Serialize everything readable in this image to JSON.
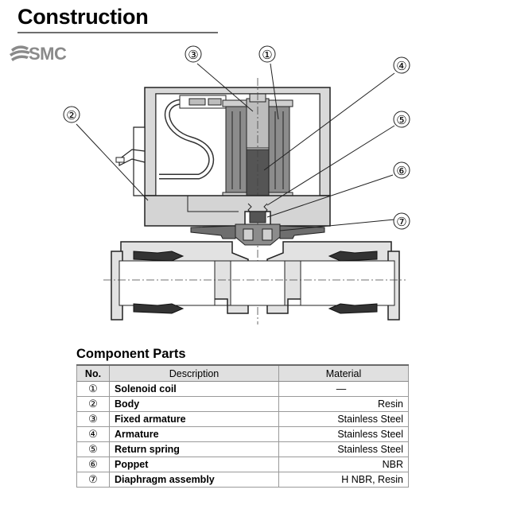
{
  "header": {
    "title": "Construction",
    "logo_text": "SMC"
  },
  "diagram": {
    "callouts": [
      "①",
      "②",
      "③",
      "④",
      "⑤",
      "⑥",
      "⑦"
    ]
  },
  "parts": {
    "title": "Component Parts",
    "headers": {
      "no": "No.",
      "description": "Description",
      "material": "Material"
    },
    "rows": [
      {
        "no": "①",
        "description": "Solenoid coil",
        "material": "—"
      },
      {
        "no": "②",
        "description": "Body",
        "material": "Resin"
      },
      {
        "no": "③",
        "description": "Fixed armature",
        "material": "Stainless Steel"
      },
      {
        "no": "④",
        "description": "Armature",
        "material": "Stainless Steel"
      },
      {
        "no": "⑤",
        "description": "Return spring",
        "material": "Stainless Steel"
      },
      {
        "no": "⑥",
        "description": "Poppet",
        "material": "NBR"
      },
      {
        "no": "⑦",
        "description": "Diaphragm assembly",
        "material": "H NBR, Resin"
      }
    ]
  }
}
